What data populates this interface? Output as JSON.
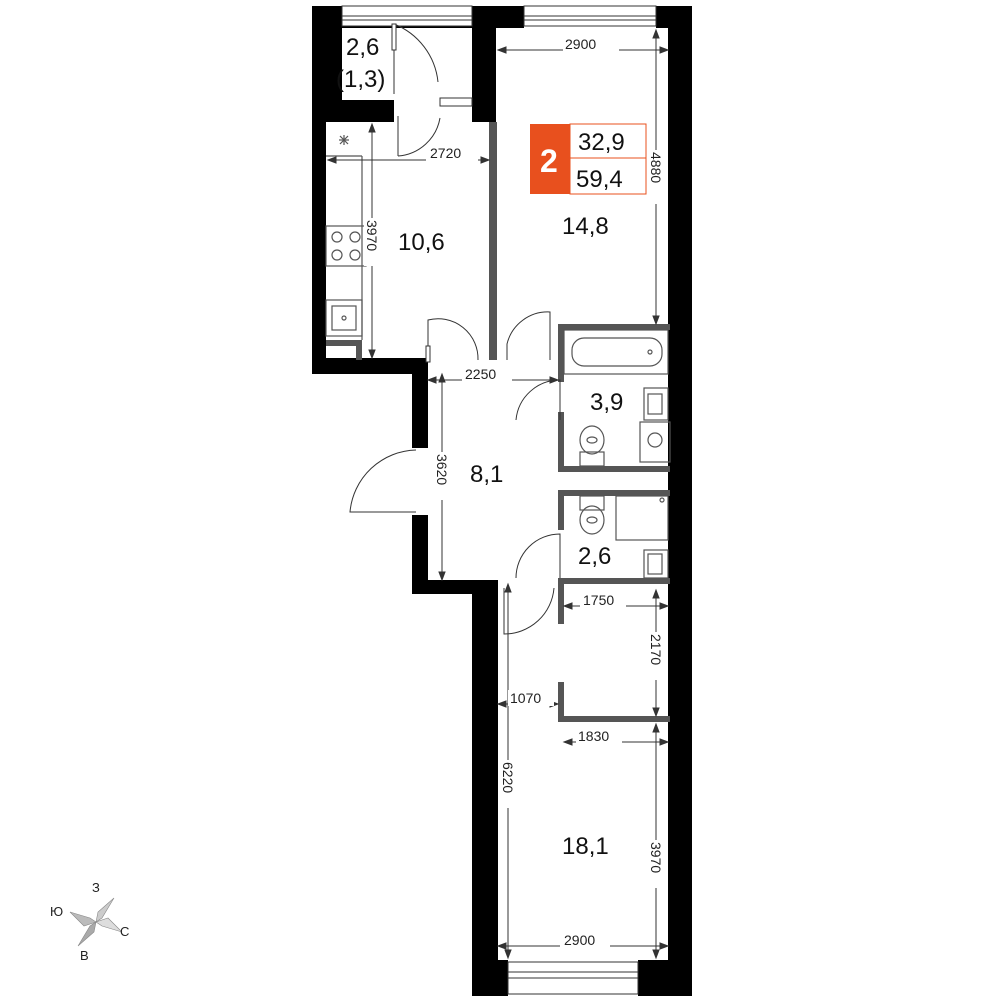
{
  "colors": {
    "wall": "#000000",
    "partition": "#555555",
    "accent": "#e8501e",
    "background": "#ffffff"
  },
  "badge": {
    "rooms": "2",
    "living_area": "32,9",
    "total_area": "59,4"
  },
  "rooms": [
    {
      "id": "balcony",
      "area": "2,6",
      "sub": "(1,3)"
    },
    {
      "id": "kitchen",
      "area": "10,6"
    },
    {
      "id": "bedroom-1",
      "area": "14,8"
    },
    {
      "id": "hall",
      "area": "8,1"
    },
    {
      "id": "bathroom",
      "area": "3,9"
    },
    {
      "id": "wc",
      "area": "2,6"
    },
    {
      "id": "bedroom-2",
      "area": "18,1"
    }
  ],
  "dimensions": {
    "top_width": "2900",
    "bedroom1_height": "4880",
    "kitchen_width": "2720",
    "kitchen_height": "3970",
    "hall_width": "2250",
    "hall_height": "3620",
    "closet_width": "1750",
    "closet_height": "2170",
    "corridor_width": "1070",
    "lower_width": "1830",
    "lower_height": "6220",
    "bedroom2_height": "3970",
    "bottom_width": "2900"
  },
  "compass": {
    "north": "З",
    "west": "Ю",
    "east": "С",
    "south": "В"
  },
  "icons": [
    "snowflake-icon",
    "stove-icon",
    "sink-icon",
    "bathtub-icon",
    "toilet-icon",
    "washer-icon",
    "shower-icon",
    "compass-icon"
  ]
}
